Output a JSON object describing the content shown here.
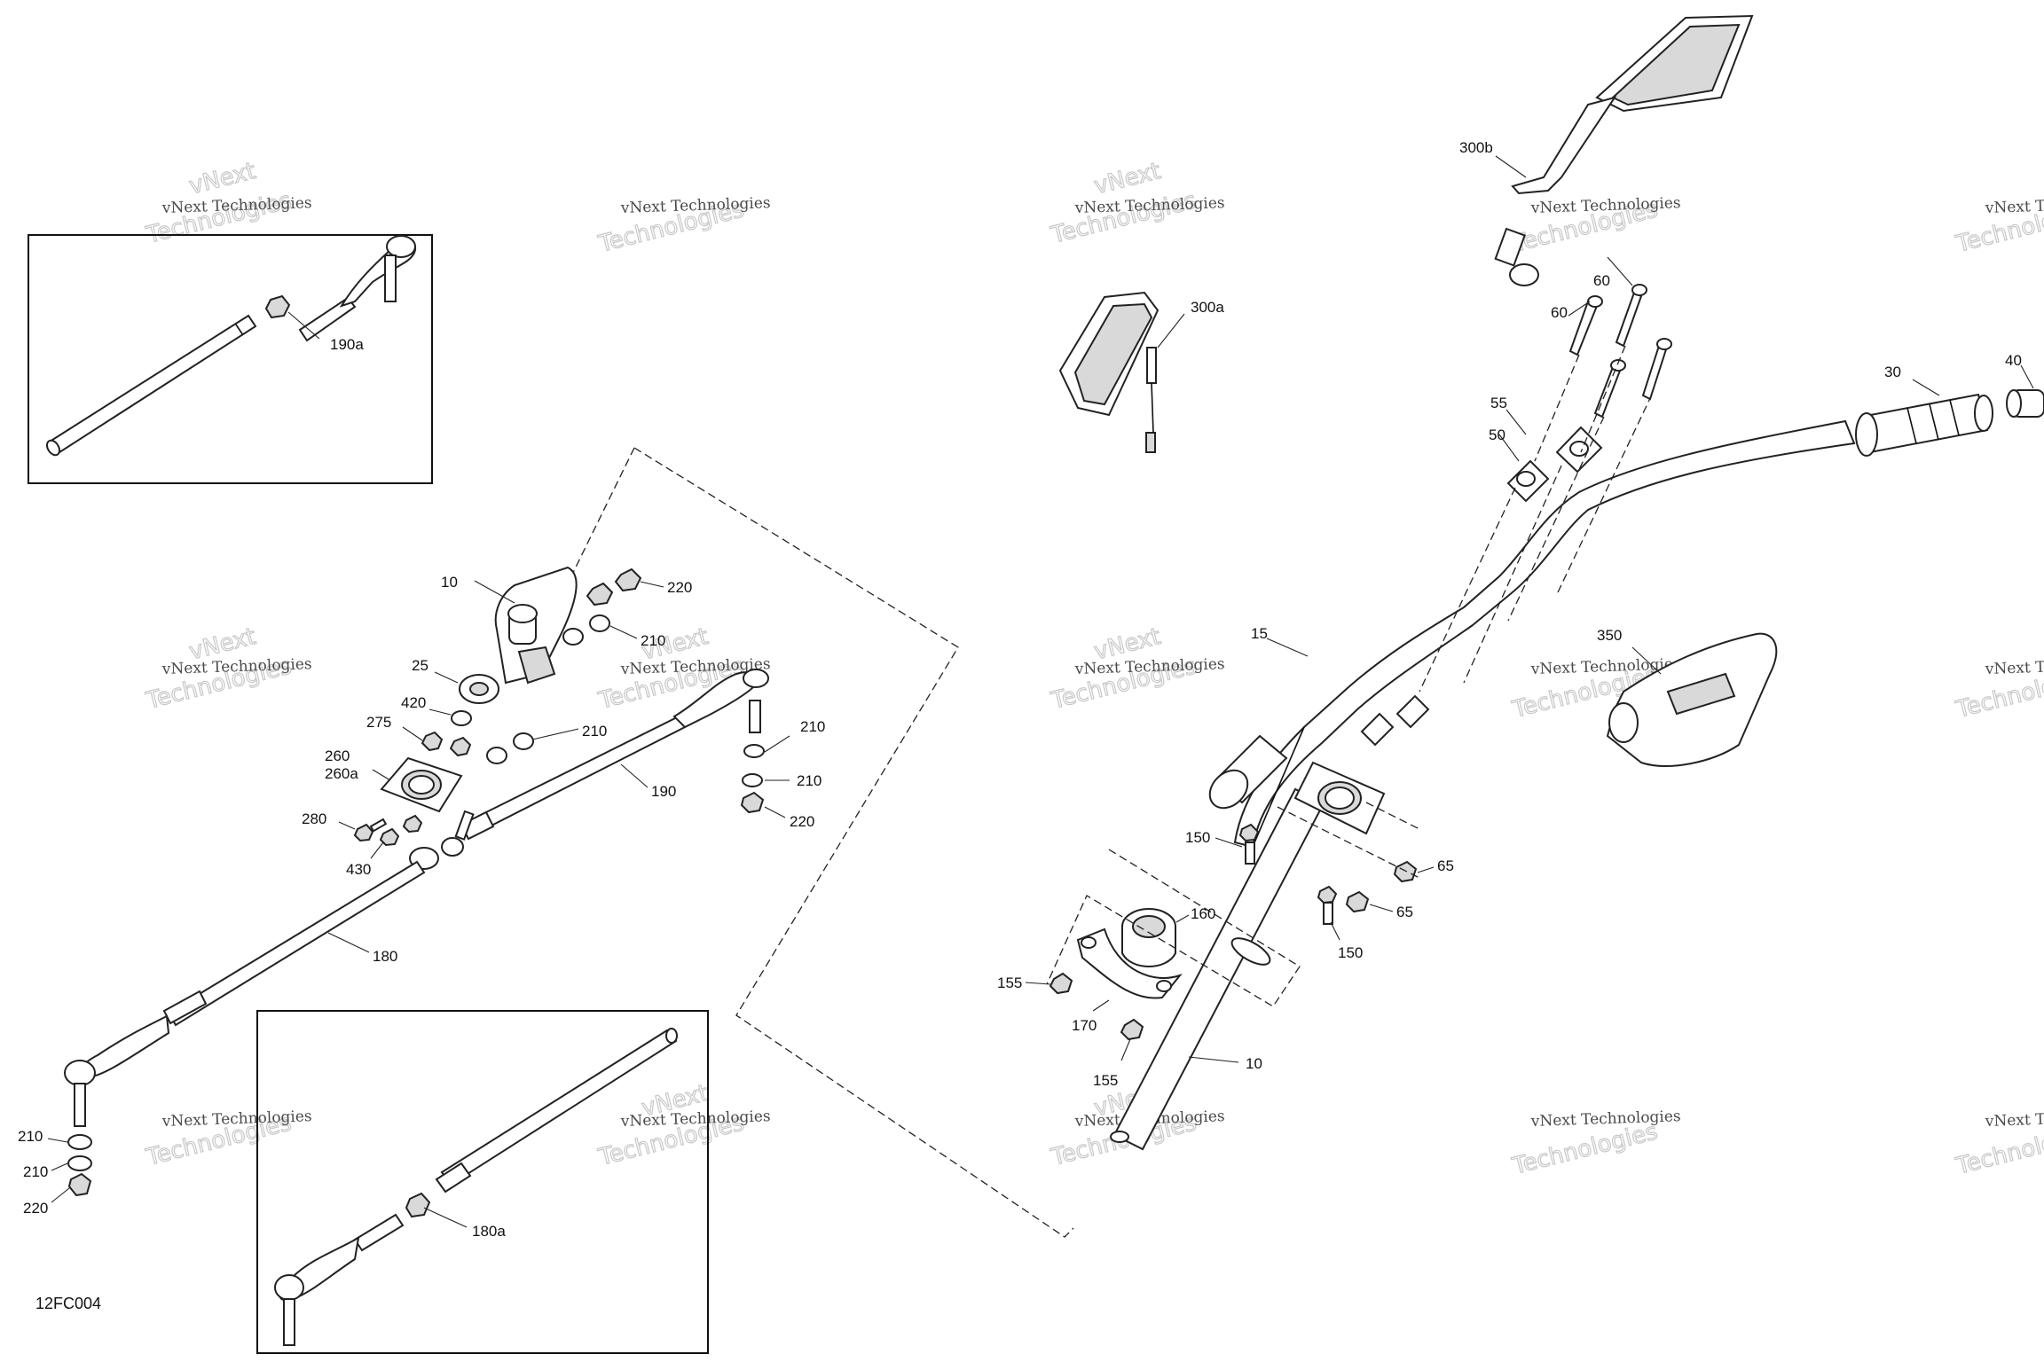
{
  "figure_code": "12FC004",
  "watermark": {
    "line1": "vNext Technologies",
    "line2": "Technologies",
    "line3": "vNext"
  },
  "callouts": {
    "c10_top": "10",
    "c10_bottom": "10",
    "c15": "15",
    "c25": "25",
    "c30": "30",
    "c40": "40",
    "c50": "50",
    "c55": "55",
    "c60_a": "60",
    "c60_b": "60",
    "c65_a": "65",
    "c65_b": "65",
    "c150_a": "150",
    "c150_b": "150",
    "c155_a": "155",
    "c155_b": "155",
    "c160": "160",
    "c170": "170",
    "c180": "180",
    "c180a": "180a",
    "c190": "190",
    "c190a": "190a",
    "c210_a": "210",
    "c210_b": "210",
    "c210_c": "210",
    "c210_d": "210",
    "c210_e": "210",
    "c210_f": "210",
    "c220_a": "220",
    "c220_b": "220",
    "c220_c": "220",
    "c260": "260",
    "c260a": "260a",
    "c275": "275",
    "c280": "280",
    "c300a": "300a",
    "c300b": "300b",
    "c350": "350",
    "c420": "420",
    "c430": "430"
  },
  "colors": {
    "line": "#111111",
    "fill_gray": "#d9d9d9",
    "watermark_outline": "#c8c8c8"
  }
}
